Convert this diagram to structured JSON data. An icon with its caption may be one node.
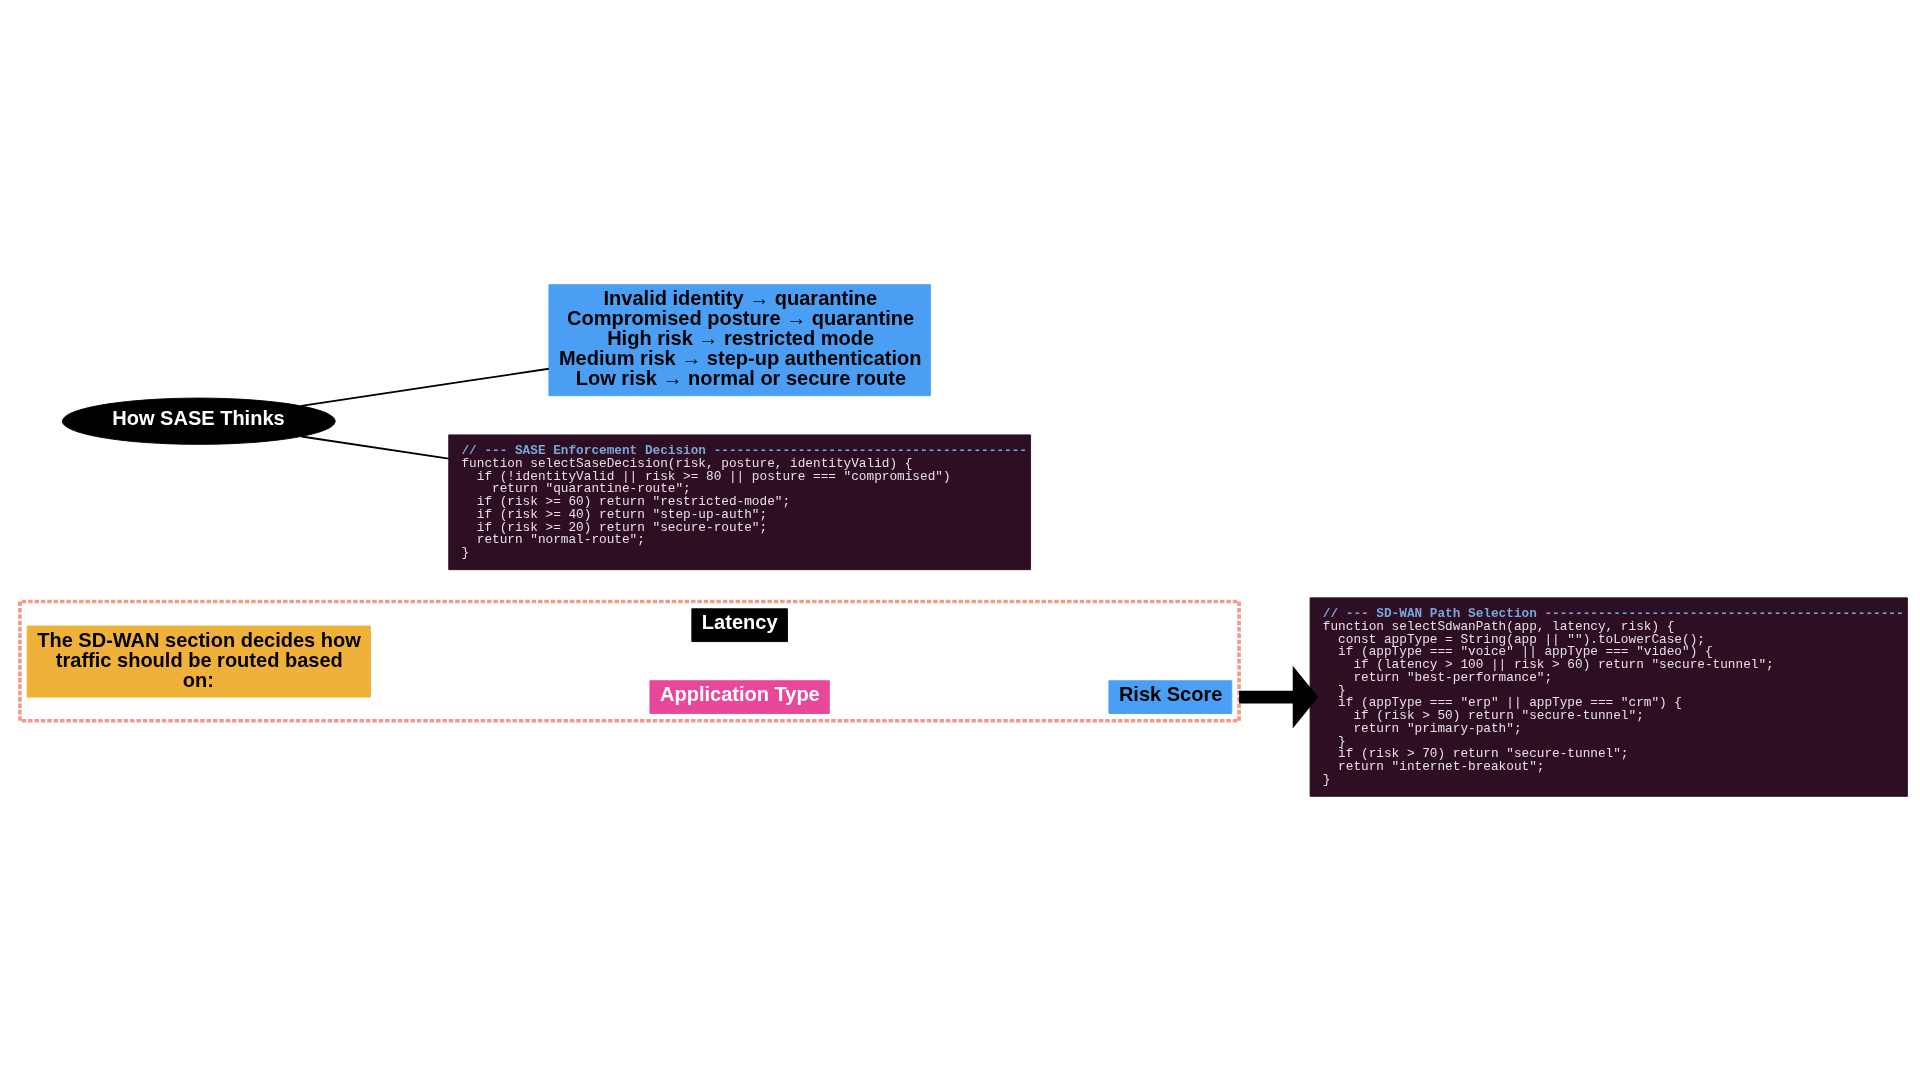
{
  "diagram": {
    "nodes": [
      {
        "text": [],
        "shape": "box"
      },
      {
        "text": [
          "The SD-WAN section decides how traffic should be routed based on:"
        ],
        "in": 0
      },
      {
        "text": [
          "Application Type"
        ],
        "in": 0
      },
      {
        "text": [
          "Latency"
        ],
        "in": 0
      },
      {
        "text": [
          "Risk Score"
        ],
        "in": 0
      },
      {
        "text": [
          "// --- SD-WAN Path Selection -----------------------------------------------",
          "function selectSdwanPath(app, latency, risk) {",
          "  const appType = String(app || \"\").toLowerCase();",
          "  if (appType === \"voice\" || appType === \"video\") {",
          "    if (latency > 100 || risk > 60) return \"secure-tunnel\";",
          "    return \"best-performance\";",
          "  }",
          "  if (appType === \"erp\" || appType === \"crm\") {",
          "    if (risk > 50) return \"secure-tunnel\";",
          "    return \"primary-path\";",
          "  }",
          "  if (risk > 70) return \"secure-tunnel\";",
          "  return \"internet-breakout\";",
          "}"
        ]
      },
      {
        "text": [
          "How SASE Thinks"
        ]
      },
      {
        "text": [
          "Invalid identity → quarantine",
          "Compromised posture → quarantine",
          "High risk → restricted mode",
          "Medium risk → step-up authentication",
          "Low risk → normal or secure route"
        ]
      },
      {
        "text": [
          "// --- SASE Enforcement Decision -----------------------------------------",
          "function selectSaseDecision(risk, posture, identityValid) {",
          "  if (!identityValid || risk >= 80 || posture === \"compromised\")",
          "    return \"quarantine-route\";",
          "  if (risk >= 60) return \"restricted-mode\";",
          "  if (risk >= 40) return \"step-up-auth\";",
          "  if (risk >= 20) return \"secure-route\";",
          "  return \"normal-route\";",
          "}"
        ]
      }
    ],
    "edges": [
      {
        "from": 0,
        "to": 5,
        "arrow": "to",
        "style": "thick"
      },
      {
        "from": 6,
        "to": 8,
        "arrow": "none"
      },
      {
        "from": 6,
        "to": 7,
        "arrow": "none"
      }
    ]
  }
}
